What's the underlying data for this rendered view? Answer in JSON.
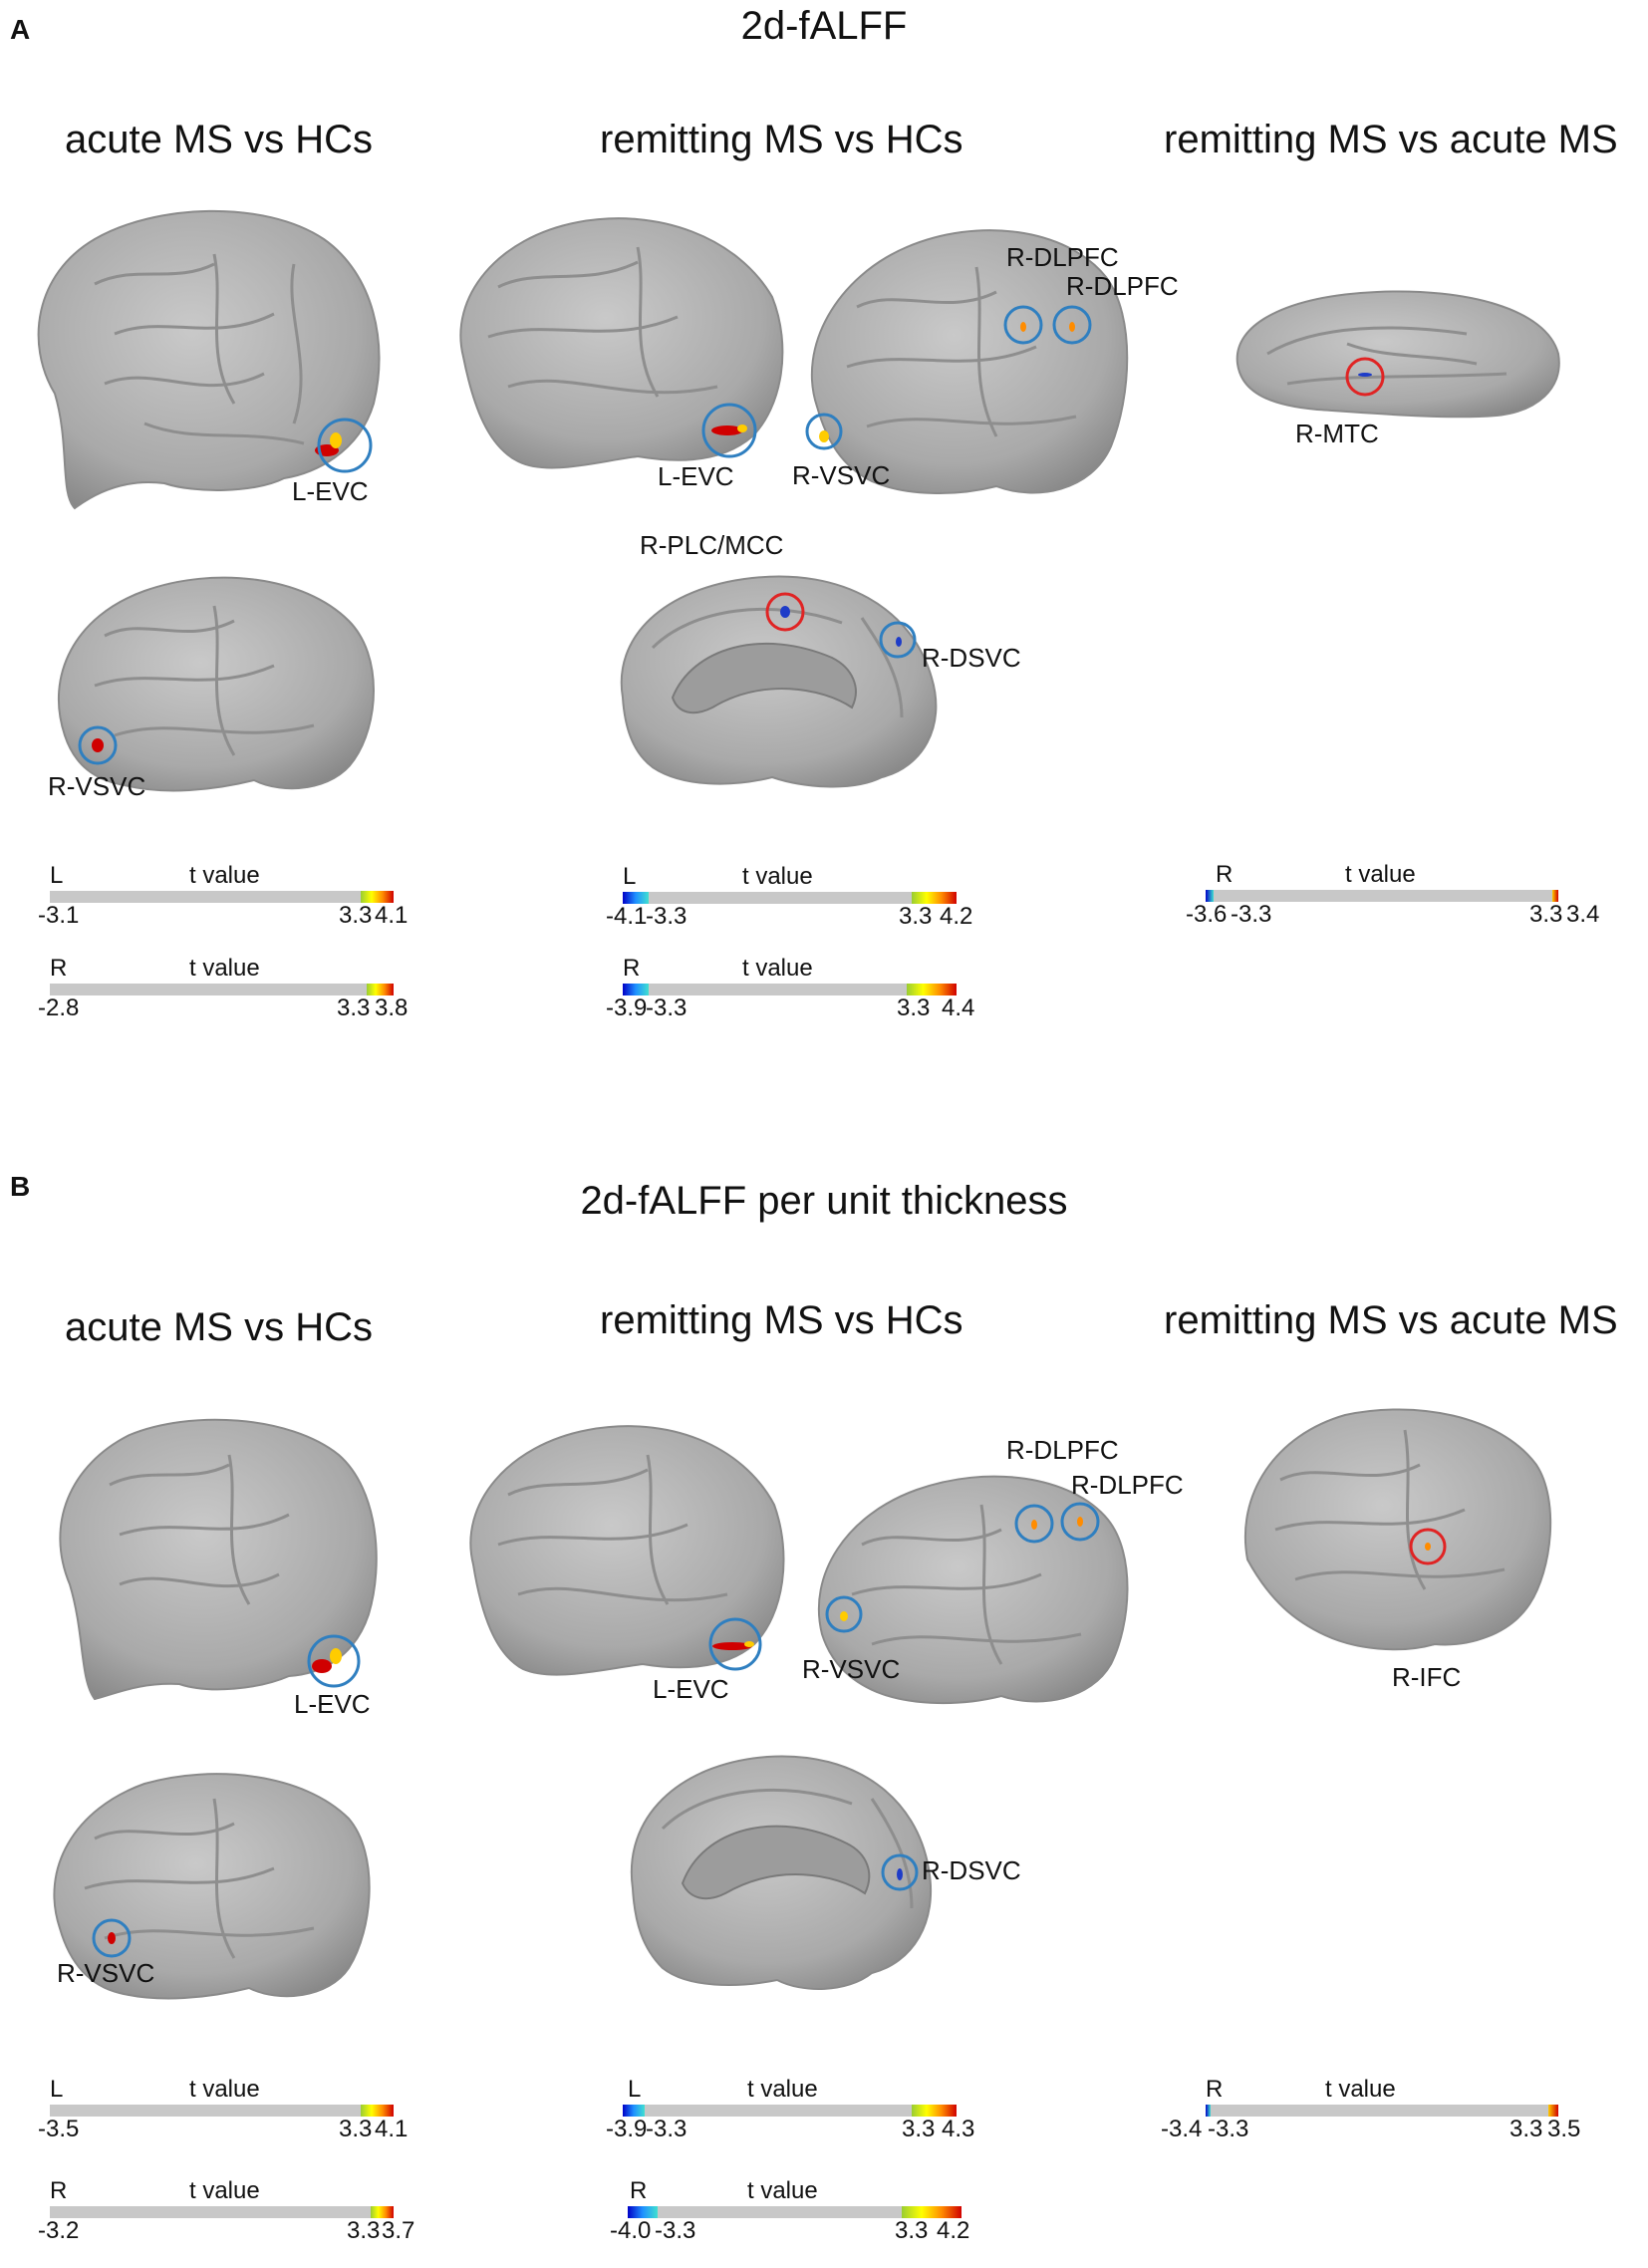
{
  "panels": [
    {
      "letter": "A",
      "title": "2d-fALFF",
      "columns": [
        "acute MS vs HCs",
        "remitting MS vs HCs",
        "remitting MS vs acute MS"
      ],
      "regions": {
        "c1_top": "L-EVC",
        "c1_bottom": "R-VSVC",
        "c2_left": "L-EVC",
        "c2_mid": "R-VSVC",
        "c2_dl1": "R-DLPFC",
        "c2_dl2": "R-DLPFC",
        "c2_medial_a": "R-PLC/MCC",
        "c2_medial_b": "R-DSVC",
        "c3": "R-MTC"
      },
      "colorbars": [
        {
          "side": "L",
          "label": "t value",
          "ticks": [
            "-3.1",
            "3.3",
            "4.1"
          ]
        },
        {
          "side": "R",
          "label": "t value",
          "ticks": [
            "-2.8",
            "3.3",
            "3.8"
          ]
        },
        {
          "side": "L",
          "label": "t value",
          "ticks": [
            "-4.1",
            "-3.3",
            "3.3",
            "4.2"
          ]
        },
        {
          "side": "R",
          "label": "t value",
          "ticks": [
            "-3.9",
            "-3.3",
            "3.3",
            "4.4"
          ]
        },
        {
          "side": "R",
          "label": "t value",
          "ticks": [
            "-3.6",
            "-3.3",
            "3.3",
            "3.4"
          ]
        }
      ]
    },
    {
      "letter": "B",
      "title": "2d-fALFF per unit thickness",
      "columns": [
        "acute MS vs HCs",
        "remitting MS vs HCs",
        "remitting MS vs acute MS"
      ],
      "regions": {
        "c1_top": "L-EVC",
        "c1_bottom": "R-VSVC",
        "c2_left": "L-EVC",
        "c2_mid": "R-VSVC",
        "c2_dl1": "R-DLPFC",
        "c2_dl2": "R-DLPFC",
        "c2_medial_b": "R-DSVC",
        "c3": "R-IFC"
      },
      "colorbars": [
        {
          "side": "L",
          "label": "t value",
          "ticks": [
            "-3.5",
            "3.3",
            "4.1"
          ]
        },
        {
          "side": "R",
          "label": "t value",
          "ticks": [
            "-3.2",
            "3.3",
            "3.7"
          ]
        },
        {
          "side": "L",
          "label": "t value",
          "ticks": [
            "-3.9",
            "-3.3",
            "3.3",
            "4.3"
          ]
        },
        {
          "side": "R",
          "label": "t value",
          "ticks": [
            "-4.0",
            "-3.3",
            "3.3",
            "4.2"
          ]
        },
        {
          "side": "R",
          "label": "t value",
          "ticks": [
            "-3.4",
            "-3.3",
            "3.3",
            "3.5"
          ]
        }
      ]
    }
  ],
  "colors": {
    "brain_fill": "#b5b5b5",
    "brain_dark": "#7d7d7d",
    "circle_blue": "#2f7fc0",
    "circle_red": "#e02424",
    "bar_gray": "#c8c8c8"
  }
}
